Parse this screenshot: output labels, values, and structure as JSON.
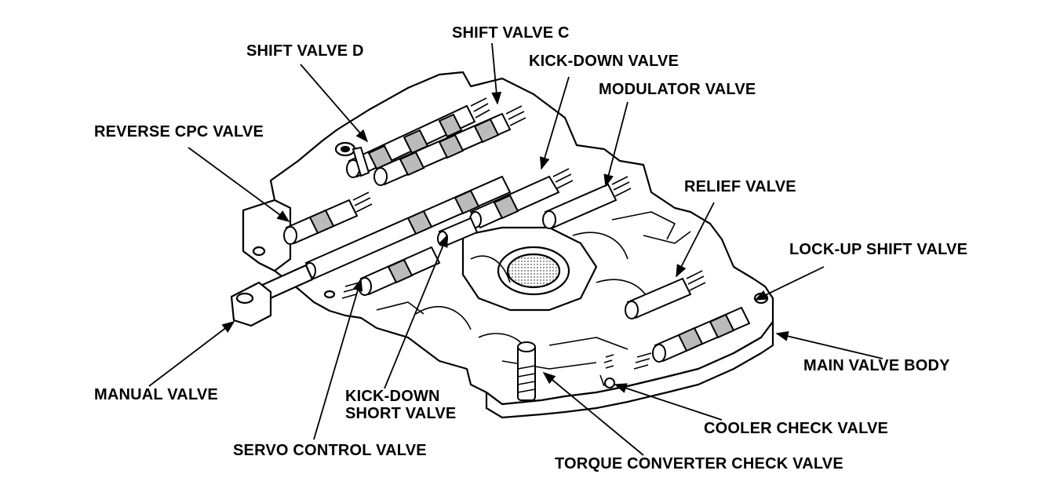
{
  "labels": {
    "shift_valve_d": "SHIFT VALVE D",
    "shift_valve_c": "SHIFT VALVE C",
    "kick_down_valve": "KICK-DOWN VALVE",
    "modulator_valve": "MODULATOR VALVE",
    "reverse_cpc_valve": "REVERSE CPC VALVE",
    "relief_valve": "RELIEF VALVE",
    "lock_up_shift_valve": "LOCK-UP SHIFT VALVE",
    "main_valve_body": "MAIN VALVE BODY",
    "manual_valve": "MANUAL VALVE",
    "kick_down_short_valve_line1": "KICK-DOWN",
    "kick_down_short_valve_line2": "SHORT VALVE",
    "cooler_check_valve": "COOLER CHECK VALVE",
    "servo_control_valve": "SERVO CONTROL VALVE",
    "torque_converter_check_valve": "TORQUE CONVERTER CHECK VALVE"
  },
  "colors": {
    "ink": "#000000",
    "paper": "#ffffff",
    "shade": "#d0d0d0"
  }
}
